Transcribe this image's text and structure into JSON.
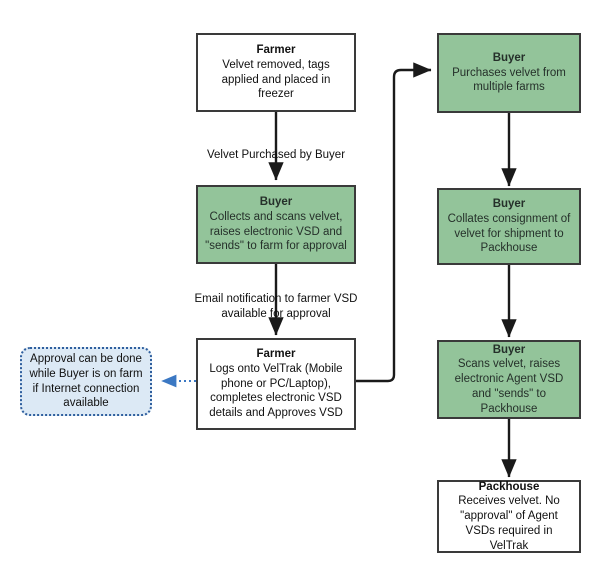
{
  "diagram": {
    "title": "VelTrak velvet supply chain flow",
    "colors": {
      "green_fill": "#93c49a",
      "white_fill": "#ffffff",
      "node_border": "#3a3a3a",
      "note_fill": "#dce9f5",
      "note_border": "#2f5f9e",
      "edge_stroke": "#1a1a1a",
      "note_edge_stroke": "#3b78c3"
    },
    "nodes": [
      {
        "id": "farmer-velvet-removed",
        "role": "Farmer",
        "desc": "Velvet removed, tags applied and placed in freezer",
        "fill": "white"
      },
      {
        "id": "buyer-collects-scans",
        "role": "Buyer",
        "desc": "Collects and scans velvet, raises electronic VSD and \"sends\" to farm for approval",
        "fill": "green"
      },
      {
        "id": "farmer-logs-veltrak",
        "role": "Farmer",
        "desc": "Logs onto VelTrak (Mobile phone or PC/Laptop), completes electronic VSD details and Approves VSD",
        "fill": "white"
      },
      {
        "id": "buyer-purchases-velvet",
        "role": "Buyer",
        "desc": "Purchases velvet from multiple farms",
        "fill": "green"
      },
      {
        "id": "buyer-collates-consignment",
        "role": "Buyer",
        "desc": "Collates consignment of velvet for shipment to Packhouse",
        "fill": "green"
      },
      {
        "id": "buyer-scans-agent-vsd",
        "role": "Buyer",
        "desc": "Scans velvet, raises electronic Agent VSD and \"sends\" to Packhouse",
        "fill": "green"
      },
      {
        "id": "packhouse-receives",
        "role": "Packhouse",
        "desc": "Receives velvet. No \"approval\" of Agent VSDs required in VelTrak",
        "fill": "white"
      }
    ],
    "note": {
      "id": "approval-note",
      "text": "Approval can be done while Buyer is on farm if Internet connection available"
    },
    "edge_labels": [
      {
        "id": "velvet-purchased-label",
        "text": "Velvet Purchased by Buyer"
      },
      {
        "id": "email-notification-label",
        "text": "Email notification to farmer VSD available for approval"
      }
    ]
  }
}
